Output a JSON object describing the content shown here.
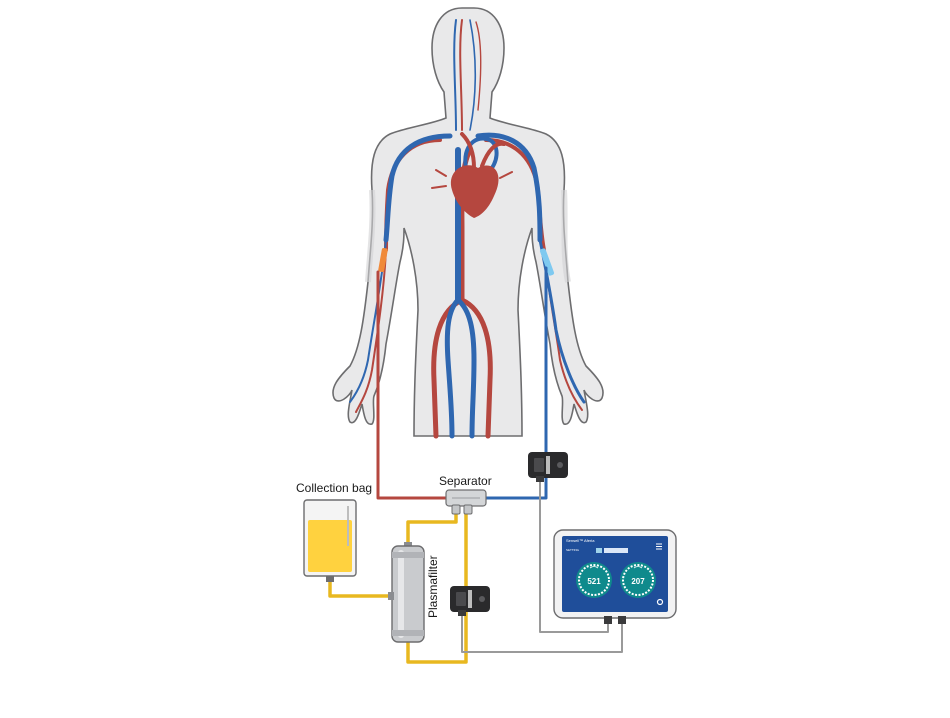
{
  "labels": {
    "collection_bag": "Collection bag",
    "separator": "Separator",
    "plasmafilter": "Plasmafilter"
  },
  "monitor": {
    "header": "Sensell™ Aferia",
    "sub": "SETTING",
    "gauge_left": "521",
    "gauge_right": "207"
  },
  "colors": {
    "artery": "#b5473f",
    "vein": "#2f67b0",
    "plasma_line": "#e8b820",
    "plasma_fill": "#ffd23f",
    "body": "#e9e9ea",
    "body_outline": "#6d6d6f",
    "screen": "#1f4e9a",
    "gauge": "#0f8a8c"
  },
  "icons": {
    "sensor": "clamp-sensor-icon",
    "wifi": "wifi-icon",
    "menu": "menu-icon",
    "settings": "gear-icon"
  }
}
